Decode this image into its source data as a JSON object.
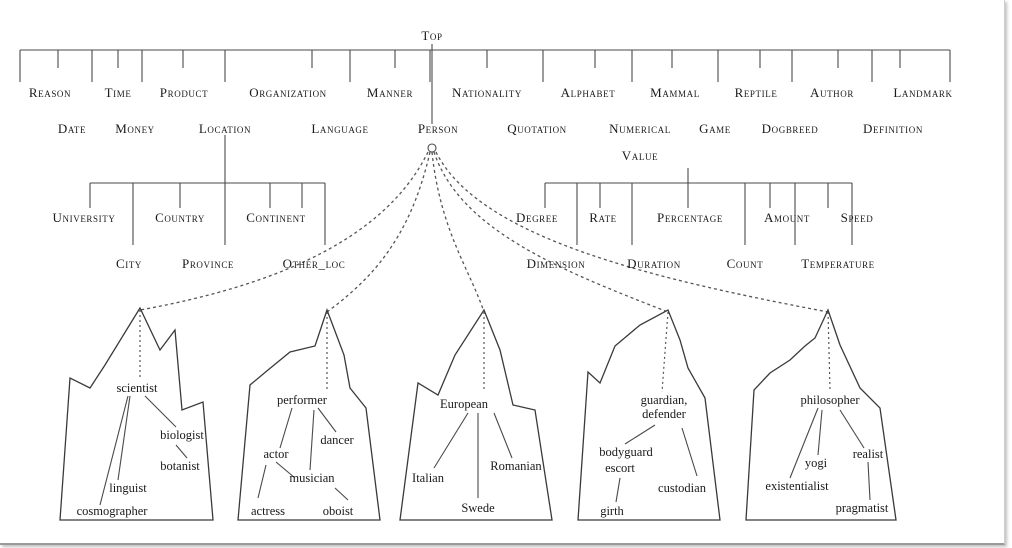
{
  "root": "Top",
  "level1_upper": [
    "Reason",
    "Time",
    "Product",
    "Organization",
    "Manner",
    "Nationality",
    "Alphabet",
    "Mammal",
    "Reptile",
    "Author",
    "Landmark"
  ],
  "level1_lower": [
    "Date",
    "Money",
    "Location",
    "Language",
    "Person",
    "Quotation",
    "Numerical",
    "Game",
    "Dogbreed",
    "Definition"
  ],
  "numerical_second_line": "Value",
  "location_children_upper": [
    "University",
    "Country",
    "Continent"
  ],
  "location_children_lower": [
    "City",
    "Province",
    "Other_loc"
  ],
  "numerical_children_upper": [
    "Degree",
    "Rate",
    "Percentage",
    "Amount",
    "Speed"
  ],
  "numerical_children_lower": [
    "Dimension",
    "Duration",
    "Count",
    "Temperature"
  ],
  "person_subtrees": [
    {
      "nodes": [
        "scientist",
        "biologist",
        "botanist",
        "linguist",
        "cosmographer"
      ]
    },
    {
      "nodes": [
        "performer",
        "dancer",
        "actor",
        "musician",
        "actress",
        "oboist"
      ]
    },
    {
      "nodes": [
        "European",
        "Italian",
        "Romanian",
        "Swede"
      ]
    },
    {
      "nodes": [
        "guardian,",
        "defender",
        "bodyguard",
        "escort",
        "custodian",
        "girth"
      ]
    },
    {
      "nodes": [
        "philosopher",
        "yogi",
        "realist",
        "existentialist",
        "pragmatist"
      ]
    }
  ]
}
